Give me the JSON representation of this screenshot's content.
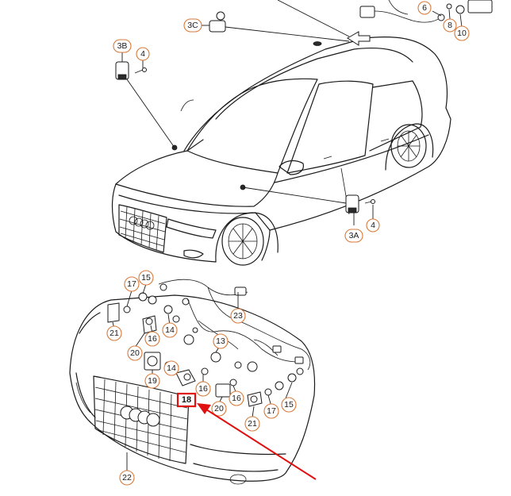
{
  "callouts": {
    "c3c": "3C",
    "c3b": "3B",
    "c4_top": "4",
    "c6": "6",
    "c8": "8",
    "c10": "10",
    "c3a": "3A",
    "c4_right": "4",
    "c17_left": "17",
    "c15_left": "15",
    "c21_left": "21",
    "c16_a": "16",
    "c14_a": "14",
    "c20_left": "20",
    "c13": "13",
    "c23": "23",
    "c19": "19",
    "c14_b": "14",
    "c16_b": "16",
    "c16_c": "16",
    "c20_right": "20",
    "c17_right": "17",
    "c15_right": "15",
    "c21_right": "21",
    "c22": "22"
  },
  "highlight": {
    "label": "18",
    "color": "#e01010"
  },
  "colors": {
    "callout_border": "#d87a3a",
    "line": "#1a1a1a",
    "highlight": "#e01010"
  }
}
